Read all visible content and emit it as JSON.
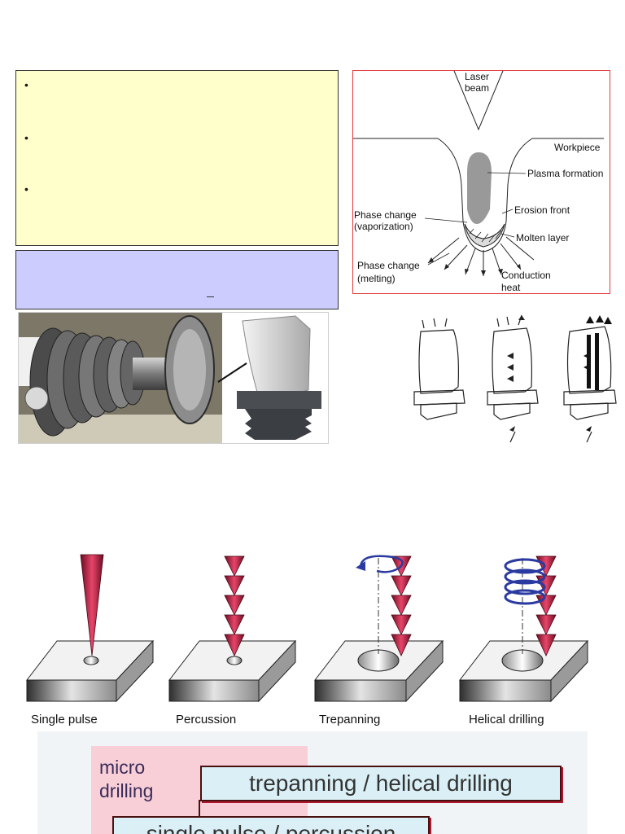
{
  "diagram": {
    "laser_beam": [
      "Laser",
      "beam"
    ],
    "workpiece": "Workpiece",
    "plasma_formation": "Plasma formation",
    "erosion_front": "Erosion front",
    "phase_change_vaporization": [
      "Phase change",
      "(vaporization)"
    ],
    "molten_layer": "Molten layer",
    "phase_change_melting": [
      "Phase change",
      "(melting)"
    ],
    "conduction_heat": [
      "Conduction",
      "heat"
    ]
  },
  "methods": [
    "Single pulse",
    "Percussion",
    "Trepanning",
    "Helical drilling"
  ],
  "micro_chart": {
    "label_line1": "micro",
    "label_line2": "drilling",
    "bar_top": "trepanning / helical drilling",
    "bar_bottom": "single pulse / percussion"
  },
  "colors": {
    "bullet_box": "#ffffcc",
    "note_box": "#ccccff",
    "diagram_border": "#e23a3a",
    "cone_dark": "#6b0d20",
    "cone_light": "#e8456a",
    "pink_area": "#f8cfd7",
    "bar_fill": "#daf0f6"
  }
}
